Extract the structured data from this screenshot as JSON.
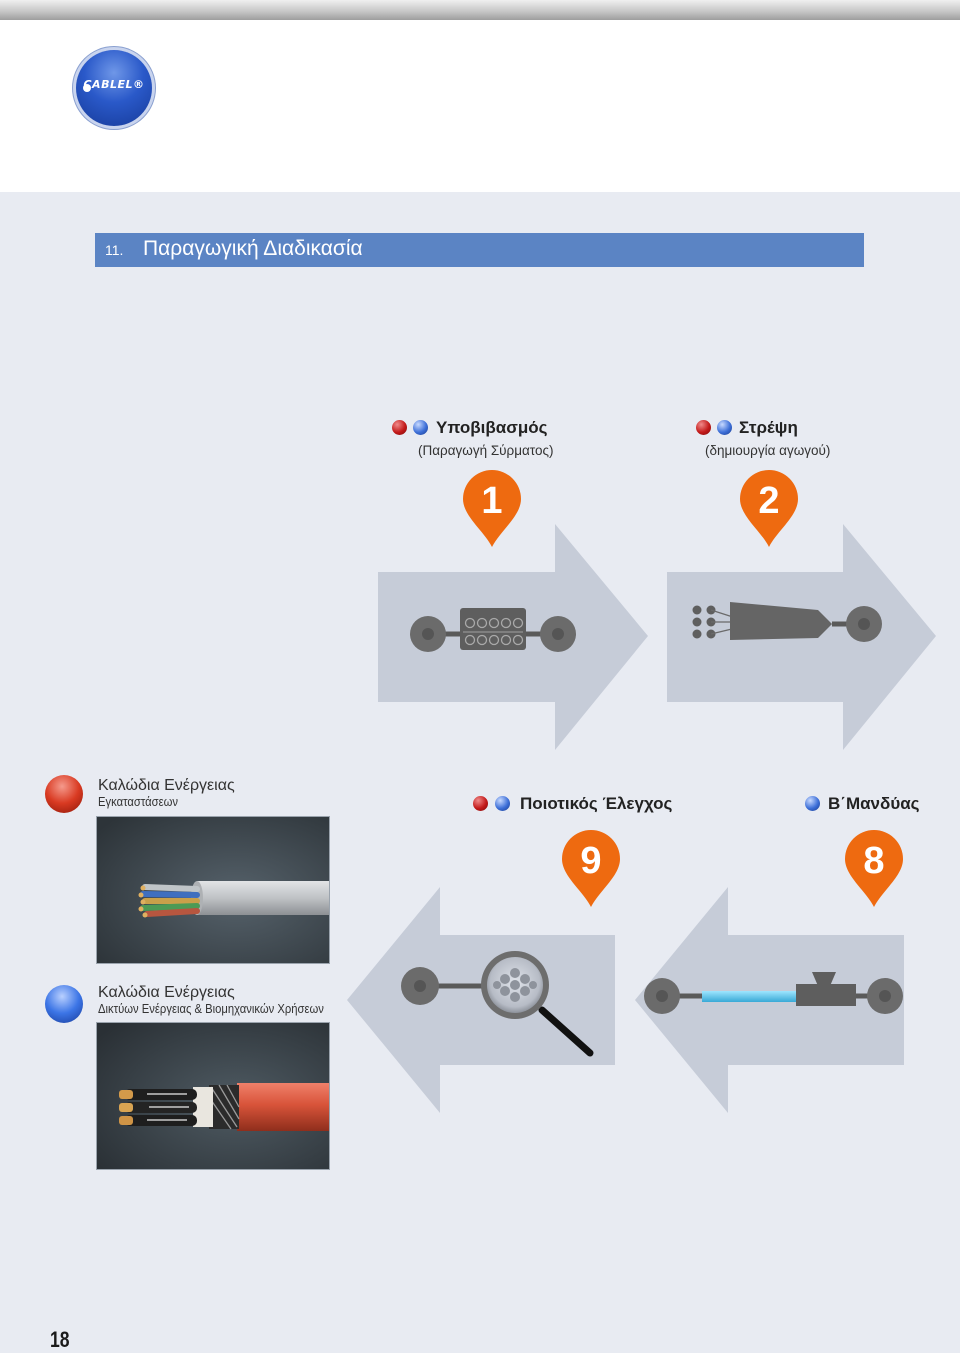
{
  "brand": {
    "logo_text": "CABLEL®"
  },
  "section": {
    "number": "11.",
    "title": "Παραγωγική Διαδικασία"
  },
  "steps": [
    {
      "number": "1",
      "title": "Υποβιβασμός",
      "subtitle": "(Παραγωγή Σύρματος)",
      "dots": [
        "red",
        "blue"
      ],
      "direction": "right"
    },
    {
      "number": "2",
      "title": "Στρέψη",
      "subtitle": "(δημιουργία αγωγού)",
      "dots": [
        "red",
        "blue"
      ],
      "direction": "right"
    },
    {
      "number": "9",
      "title": "Ποιοτικός Έλεγχος",
      "subtitle": "",
      "dots": [
        "red",
        "blue"
      ],
      "direction": "left"
    },
    {
      "number": "8",
      "title": "Β΄Μανδύας",
      "subtitle": "",
      "dots": [
        "blue"
      ],
      "direction": "left"
    }
  ],
  "categories": [
    {
      "title": "Καλώδια Ενέργειας",
      "subtitle": "Εγκαταστάσεων",
      "color": "red"
    },
    {
      "title": "Καλώδια Ενέργειας",
      "subtitle": "Δικτύων Ενέργειας & Βιομηχανικών Χρήσεων",
      "color": "blue"
    }
  ],
  "colors": {
    "section_bar": "#5b84c4",
    "pin_orange": "#ee6a10",
    "arrow_fill": "#c6ccd8",
    "content_bg": "#e8ebf2",
    "machine_gray": "#666666"
  },
  "icons": [
    "location-pin-icon",
    "arrow-right-icon",
    "arrow-left-icon",
    "magnifier-icon",
    "cable-photo"
  ],
  "page": {
    "number": "18"
  }
}
